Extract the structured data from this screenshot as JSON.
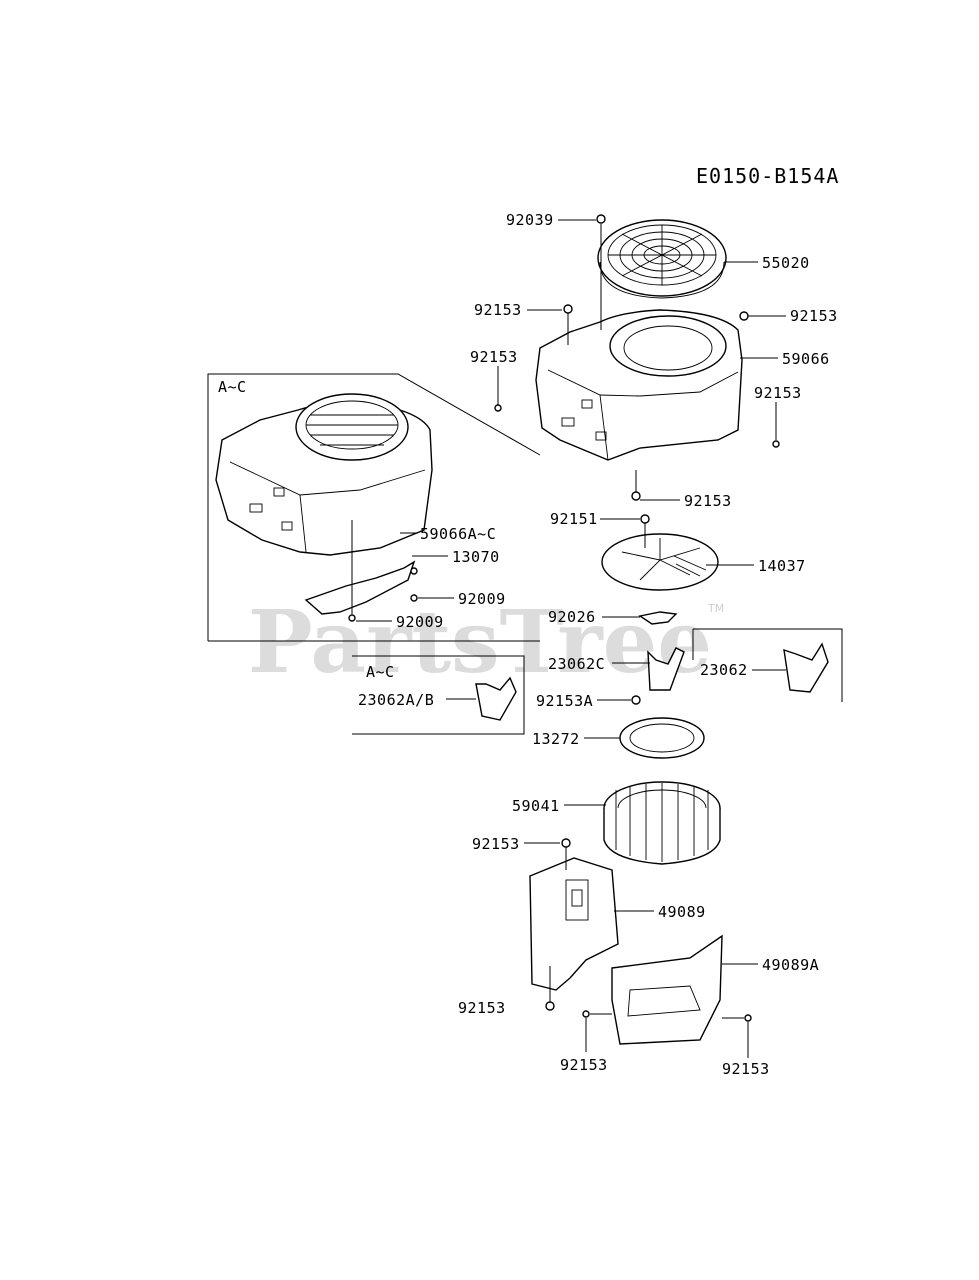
{
  "diagram_code": "E0150-B154A",
  "watermark": {
    "text": "PartsTree",
    "trademark": "TM"
  },
  "callouts": {
    "p92039": "92039",
    "p55020": "55020",
    "p92153_a": "92153",
    "p92153_b": "92153",
    "p59066": "59066",
    "p92153_c": "92153",
    "p92153_d": "92153",
    "p92153_e": "92153",
    "p92151": "92151",
    "p14037": "14037",
    "p92026": "92026",
    "p23062C": "23062C",
    "p23062": "23062",
    "p92153A": "92153A",
    "p13272": "13272",
    "p59041": "59041",
    "p92153_f": "92153",
    "p49089": "49089",
    "p49089A": "49089A",
    "p92153_g": "92153",
    "p92153_h": "92153",
    "p92153_i": "92153",
    "p59066AC": "59066A~C",
    "p13070": "13070",
    "p92009_a": "92009",
    "p92009_b": "92009",
    "p23062AB": "23062A/B"
  },
  "inset_labels": {
    "ac_main": "A~C",
    "ac_small": "A~C"
  }
}
